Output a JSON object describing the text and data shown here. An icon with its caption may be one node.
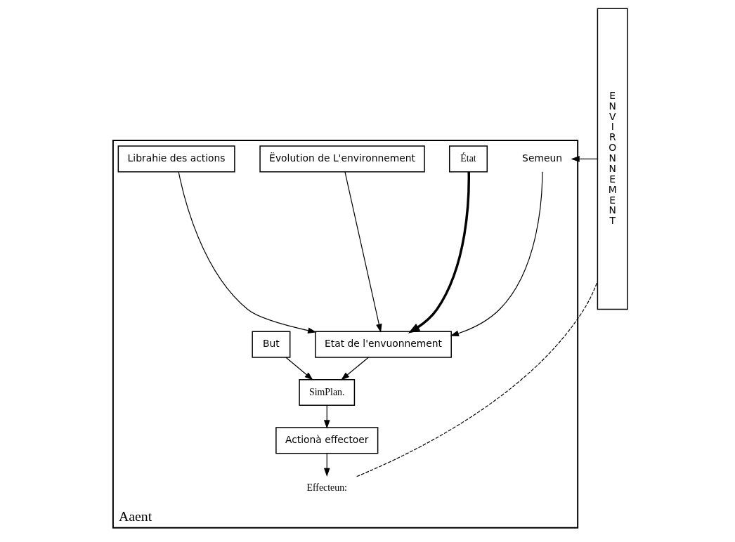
{
  "diagram": {
    "nodes": [
      {
        "text": [
          "Aaent"
        ]
      },
      {
        "text": [
          "ENVIRONNEMENT"
        ]
      },
      {
        "text": [
          "Semeun"
        ],
        "in": 0
      },
      {
        "text": [
          "État"
        ],
        "in": 0
      },
      {
        "text": [
          "Ëvolution de L'environnement"
        ],
        "in": 0
      },
      {
        "text": [
          "Librahie des actions"
        ],
        "in": 0
      },
      {
        "text": [
          "But"
        ],
        "in": 0
      },
      {
        "text": [
          "Etat de l'envuonnement"
        ],
        "in": 0
      },
      {
        "text": [
          "SimPlan."
        ],
        "in": 0
      },
      {
        "text": [
          "Actionà effectoer"
        ],
        "in": 0
      },
      {
        "text": [
          "Effecteun:"
        ],
        "in": 0
      }
    ],
    "edges": [
      {
        "from": 1,
        "to": 2,
        "arrow": "to"
      },
      {
        "from": 2,
        "to": 7,
        "arrow": "to"
      },
      {
        "from": 3,
        "to": 7,
        "arrow": "to",
        "style": "thick"
      },
      {
        "from": 4,
        "to": 7,
        "arrow": "to"
      },
      {
        "from": 5,
        "to": 7,
        "arrow": "to"
      },
      {
        "from": 6,
        "to": 8,
        "arrow": "to"
      },
      {
        "from": 7,
        "to": 8,
        "arrow": "to"
      },
      {
        "from": 8,
        "to": 9,
        "arrow": "to"
      },
      {
        "from": 9,
        "to": 10,
        "arrow": "to"
      },
      {
        "from": 10,
        "to": 1,
        "arrow": "none",
        "style": "dashed"
      }
    ]
  }
}
